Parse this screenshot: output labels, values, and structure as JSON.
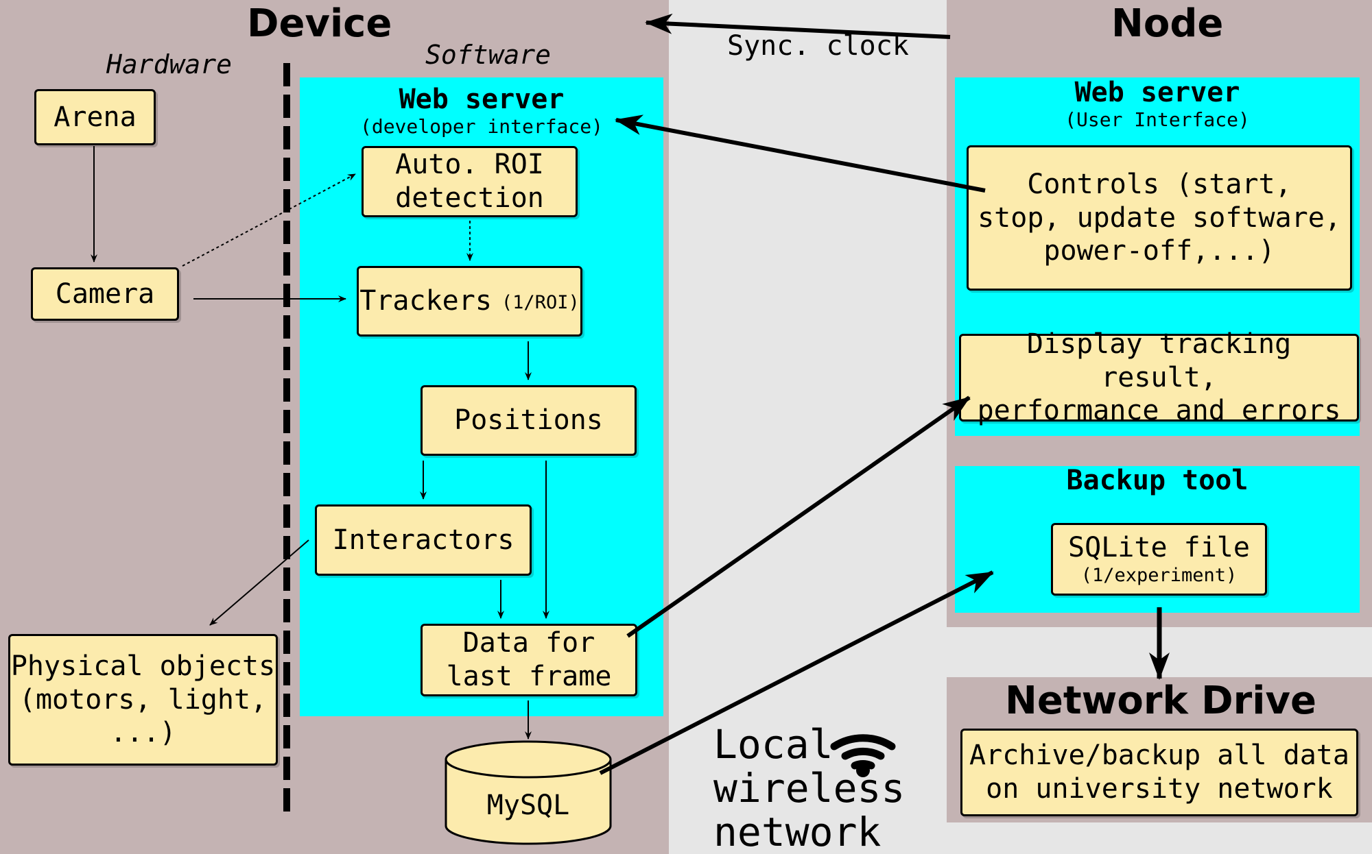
{
  "colors": {
    "device_region": "#c4b3b3",
    "middle_region": "#e6e6e6",
    "web_server_fill": "#00ffff",
    "box_fill": "#fcebad",
    "stroke": "#000000"
  },
  "device": {
    "title": "Device",
    "hardware_label": "Hardware",
    "software_label": "Software",
    "arena": "Arena",
    "camera": "Camera",
    "physical_objects_lines": [
      "Physical objects",
      "(motors, light,",
      "...)"
    ],
    "web_server": {
      "title": "Web server",
      "subtitle": "(developer interface)"
    },
    "auto_roi_lines": [
      "Auto. ROI",
      "detection"
    ],
    "trackers": "Trackers",
    "trackers_note": "(1/ROI)",
    "positions": "Positions",
    "interactors": "Interactors",
    "data_last_frame_lines": [
      "Data for",
      "last frame"
    ],
    "mysql": "MySQL"
  },
  "middle": {
    "sync_clock": "Sync. clock",
    "network_lines": [
      "Local",
      "wireless",
      "network"
    ],
    "wifi_icon": "wifi-icon"
  },
  "node": {
    "title": "Node",
    "web_server": {
      "title": "Web server",
      "subtitle": "(User Interface)"
    },
    "controls_lines": [
      "Controls (start,",
      "stop, update software,",
      "power-off,...)"
    ],
    "display_lines": [
      "Display tracking result,",
      "performance and errors"
    ],
    "backup_tool": "Backup tool",
    "sqlite_file": "SQLite file",
    "sqlite_note": "(1/experiment)"
  },
  "network_drive": {
    "title": "Network Drive",
    "archive_lines": [
      "Archive/backup all data",
      "on university network"
    ]
  }
}
